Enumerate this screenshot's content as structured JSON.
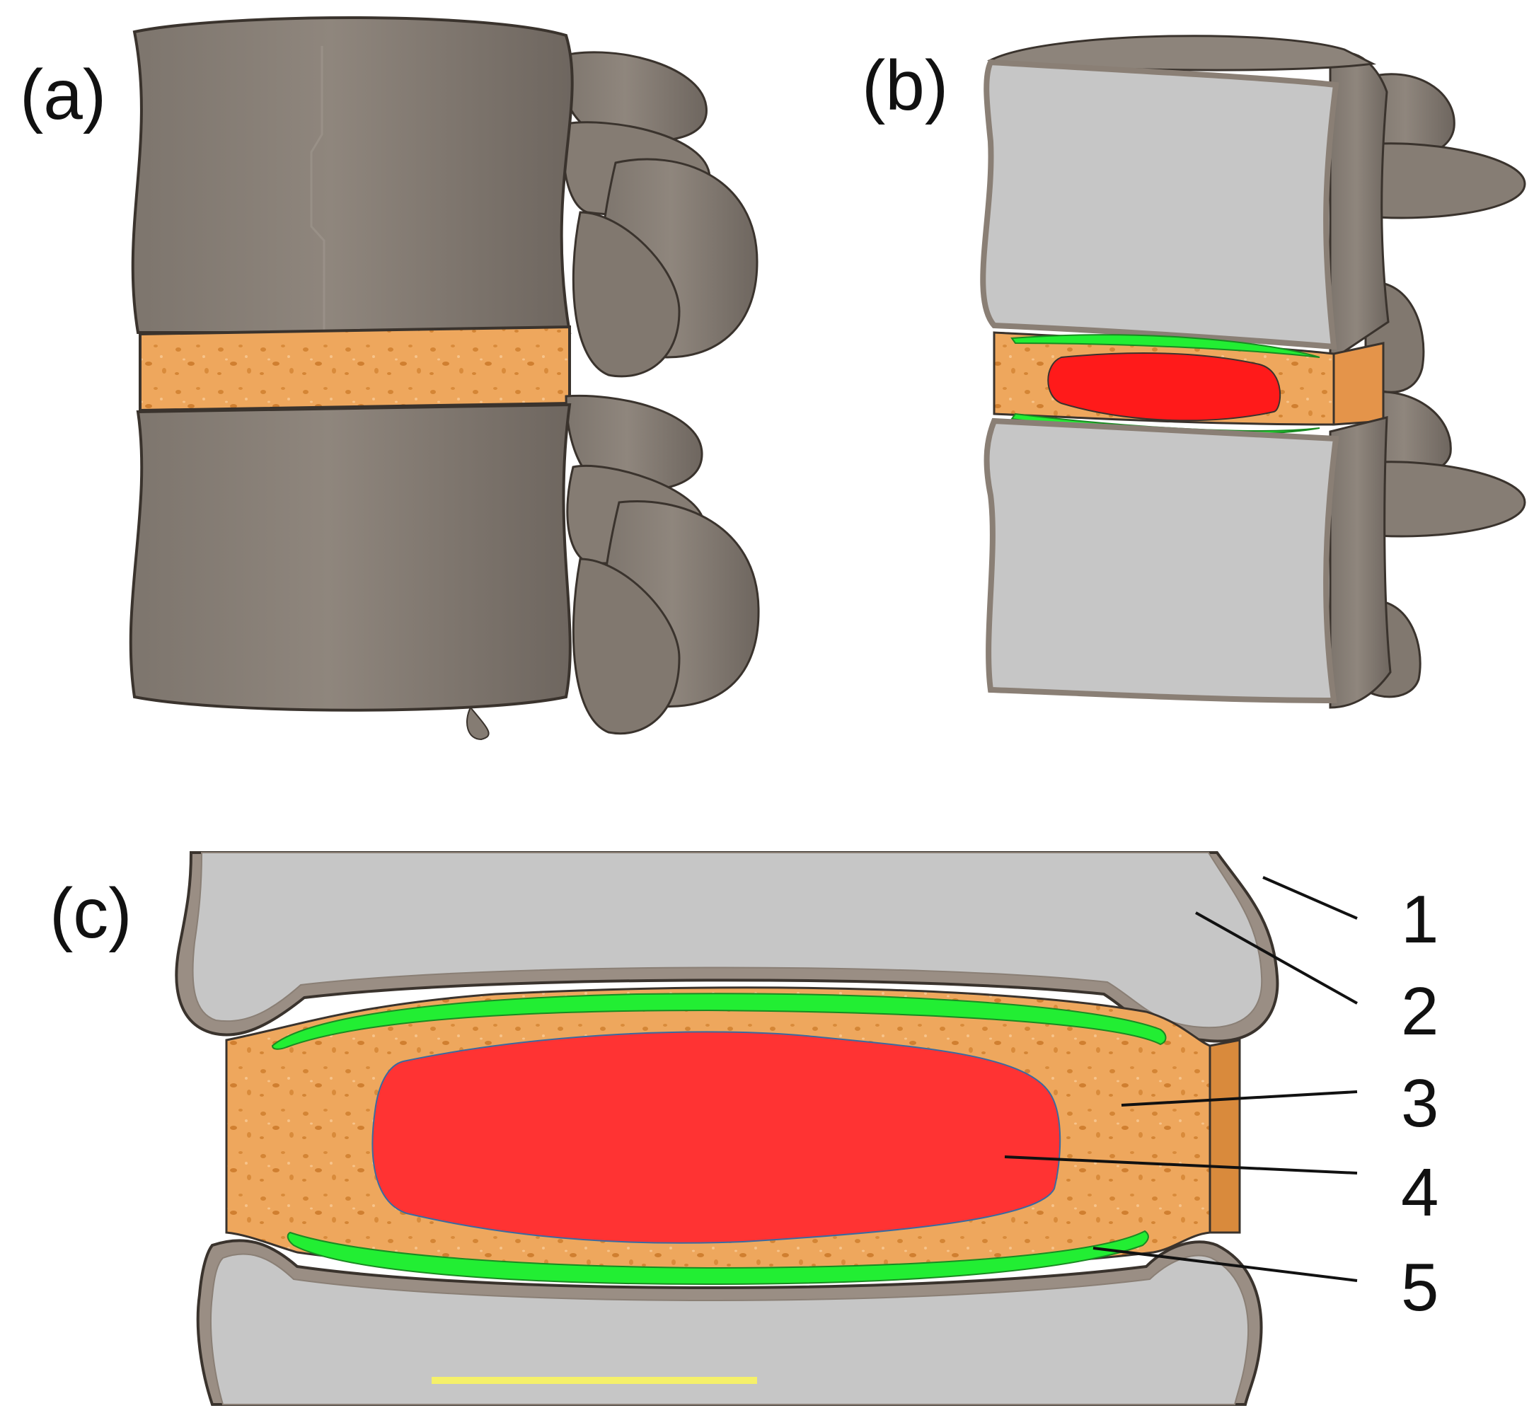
{
  "panels": {
    "a": {
      "label": "(a)"
    },
    "b": {
      "label": "(b)"
    },
    "c": {
      "label": "(c)"
    }
  },
  "callouts": [
    {
      "id": "1",
      "text": "1"
    },
    {
      "id": "2",
      "text": "2"
    },
    {
      "id": "3",
      "text": "3"
    },
    {
      "id": "4",
      "text": "4"
    },
    {
      "id": "5",
      "text": "5"
    }
  ],
  "colors": {
    "bone_exterior": "#8a8179",
    "bone_edge": "#3a332d",
    "bone_section": "#c6c6c6",
    "cortical_shell": "#9a8e84",
    "disc_annulus": "#eba45a",
    "nucleus": "#ff3333",
    "endplate": "#22ee33",
    "line": "#111111"
  }
}
